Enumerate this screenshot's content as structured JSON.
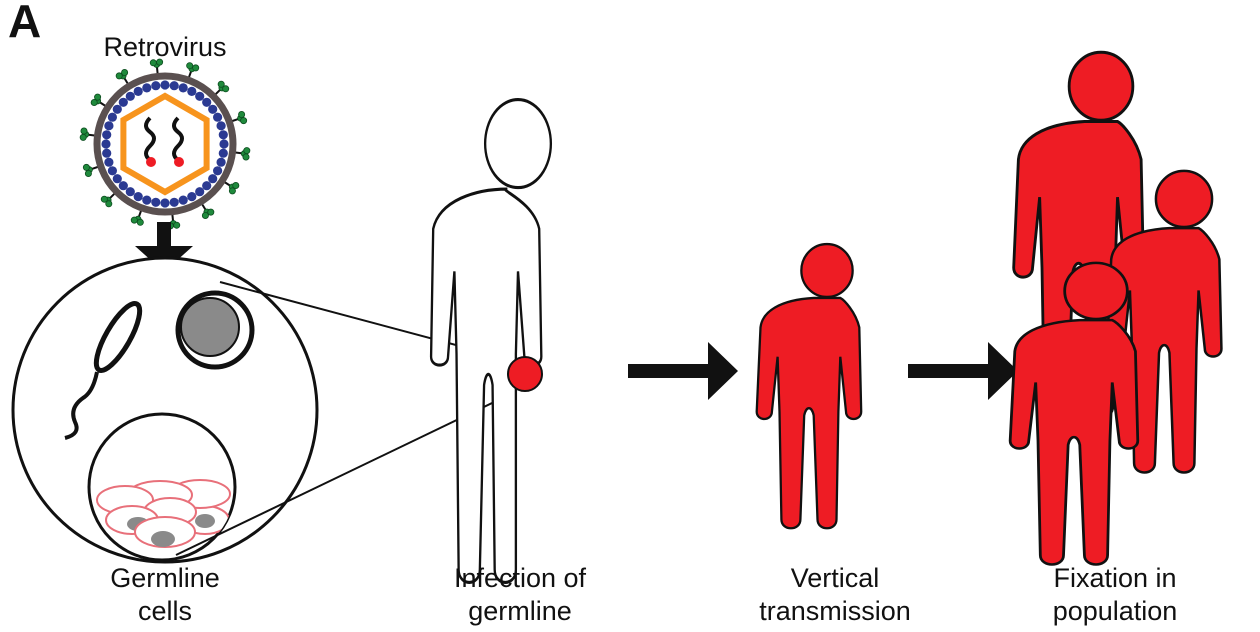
{
  "panel_label": "A",
  "labels": {
    "retrovirus": "Retrovirus",
    "germline_line1": "Germline",
    "germline_line2": "cells",
    "infection_line1": "Infection of",
    "infection_line2": "germline",
    "vertical_line1": "Vertical",
    "vertical_line2": "transmission",
    "fixation_line1": "Fixation in",
    "fixation_line2": "population"
  },
  "colors": {
    "infected_red": "#ee1c24",
    "capsid_orange": "#f7941d",
    "envelope_grey": "#5a5050",
    "matrix_blue": "#2b3a92",
    "spike_green": "#1f8a3c",
    "nucleus_grey": "#8a8a8a",
    "cell_outline_pink": "#e8707a",
    "outline_black": "#111111"
  }
}
